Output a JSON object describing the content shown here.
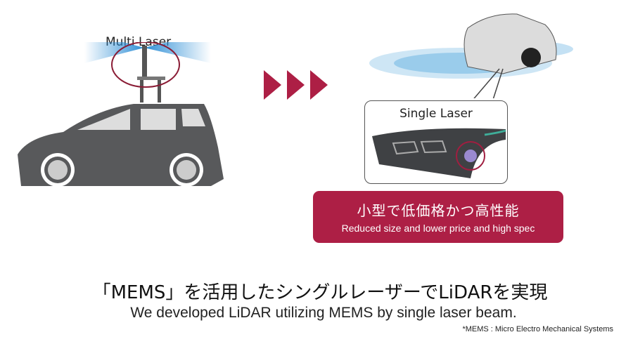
{
  "left_panel": {
    "label": "Multi Laser"
  },
  "right_panel": {
    "label": "Single Laser"
  },
  "benefit": {
    "jp": "小型で低価格かつ高性能",
    "en": "Reduced size and lower price and high spec"
  },
  "headline": {
    "jp": "「MEMS」を活用したシングルレーザーでLiDARを実現",
    "en": "We developed LiDAR utilizing MEMS by single laser beam."
  },
  "footnote": "*MEMS : Micro Electro Mechanical Systems",
  "colors": {
    "accent": "#ad1f45",
    "car": "#58595b",
    "laser": "#3a9ad9"
  }
}
